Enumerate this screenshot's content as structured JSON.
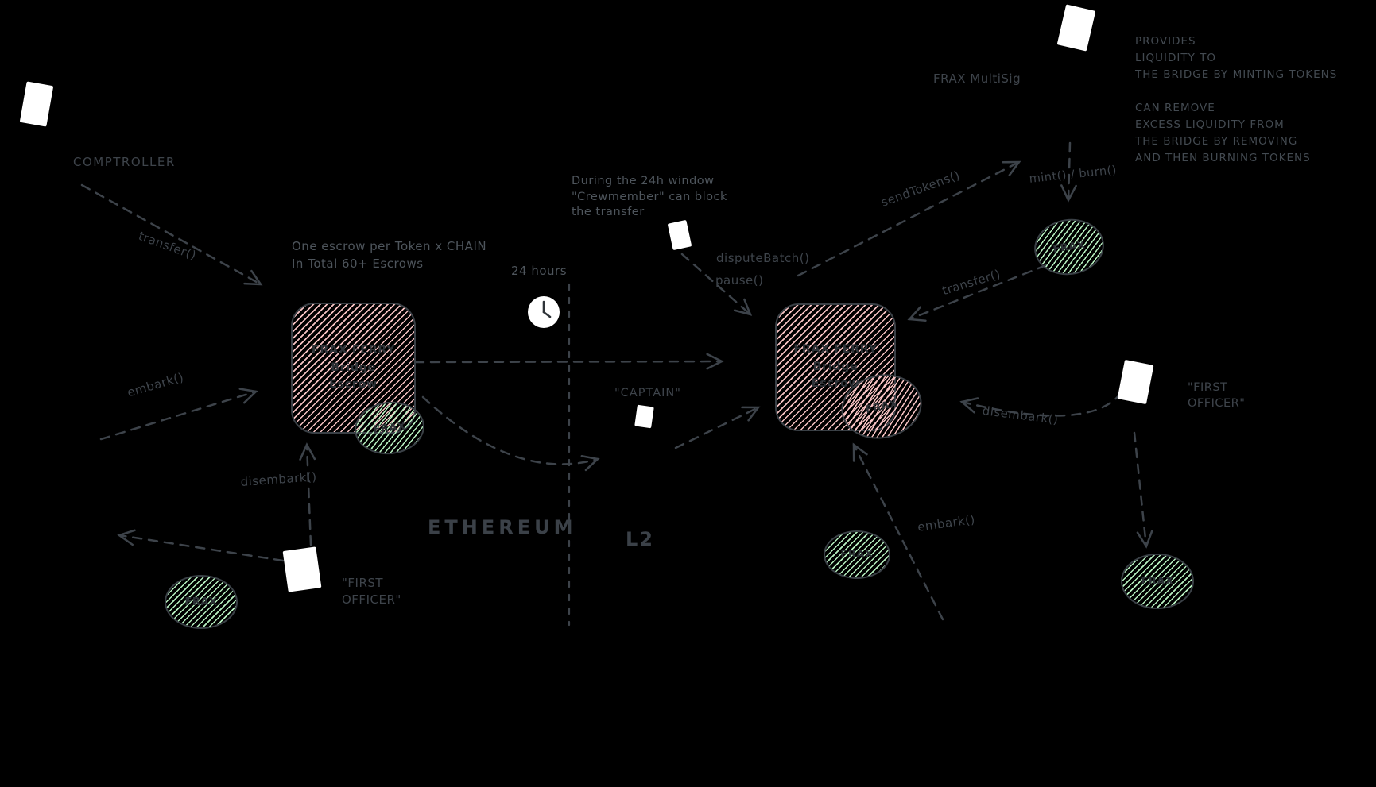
{
  "colors": {
    "background": "#000000",
    "ink": "#3e444b",
    "box_hatch_pink": "#f6c2c2",
    "token_hatch_green": "#b7f0c0",
    "token_hatch_pink": "#f6c2c2",
    "person_fill": "#ffffff",
    "clock_fill": "#ffffff"
  },
  "regions": {
    "left": "ETHEREUM",
    "right": "L2"
  },
  "nodes": {
    "left_box_title": "FRAX FERRY\nBridge\nEscrow",
    "right_box_title": "FRAX FERRY\nBridge\nEscrow",
    "token_label": "FRAX"
  },
  "labels": {
    "comptroller": "COMPTROLLER",
    "transfer_left": "transfer()",
    "embark_left": "embark()",
    "disembark_left": "disembark()",
    "first_officer_left": "\"FIRST\nOFFICER\"",
    "window_24h": "24 hours",
    "dispute_batch": "disputeBatch()",
    "pause": "pause()",
    "captain": "\"CAPTAIN\"",
    "frax_multisig": "FRAX MultiSig",
    "send_tokens": "sendTokens()",
    "mint_burn": "mint() / burn()",
    "transfer_right": "transfer()",
    "disembark_right": "disembark()",
    "first_officer_right": "\"FIRST\nOFFICER\"",
    "embark_right": "embark()"
  },
  "notes": {
    "escrow_count": "One escrow per Token x CHAIN\nIn Total 60+ Escrows",
    "crew_window": "During the 24h window\n\"Crewmember\" can block\nthe transfer",
    "provides": "PROVIDES\nLIQUIDITY TO\nTHE BRIDGE BY MINTING TOKENS",
    "remove": "CAN REMOVE\nEXCESS LIQUIDITY FROM\nTHE BRIDGE BY REMOVING\nAND THEN BURNING TOKENS"
  }
}
